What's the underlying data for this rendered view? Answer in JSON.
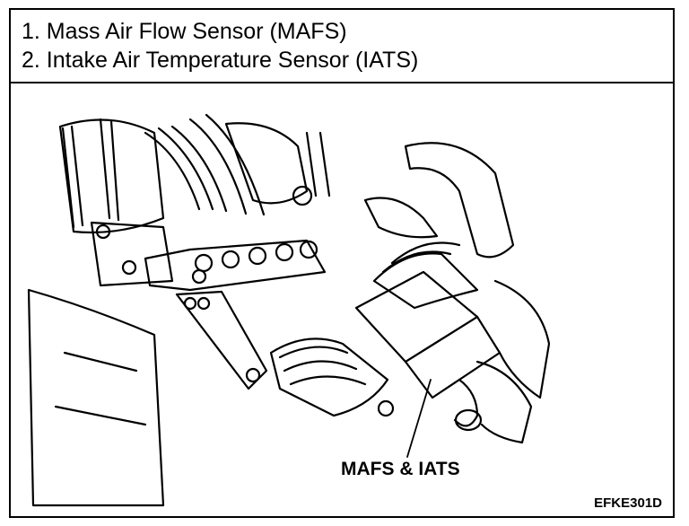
{
  "header": {
    "items": [
      "1. Mass Air Flow Sensor (MAFS)",
      "2. Intake Air Temperature Sensor (IATS)"
    ]
  },
  "figure": {
    "callout": "MAFS & IATS",
    "code": "EFKE301D"
  }
}
